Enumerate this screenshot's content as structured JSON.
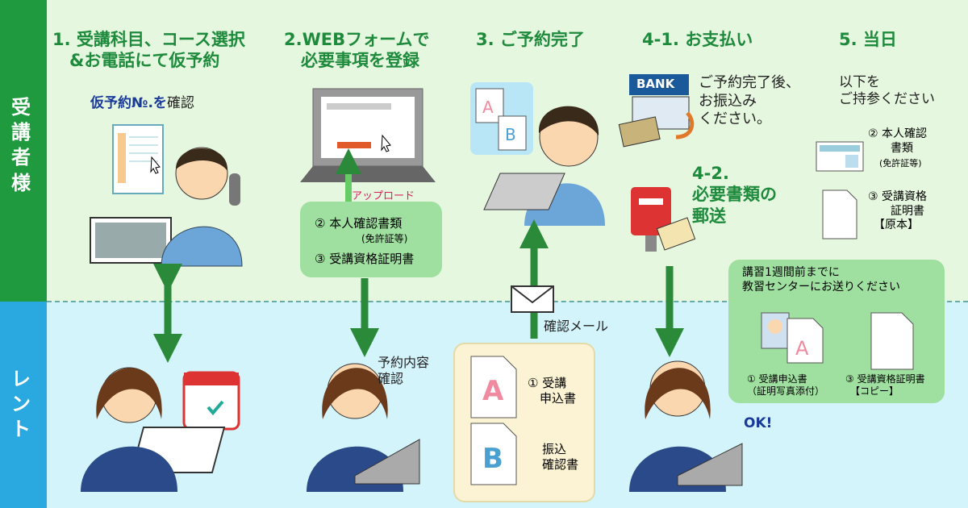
{
  "sides": {
    "customer": "受講者様",
    "rental": "レント"
  },
  "steps": {
    "s1": "1. 受講科目、コース選択\n　&お電話にて仮予約",
    "s2": "2.WEBフォームで\n　必要事項を登録",
    "s3": "3. ご予約完了",
    "s41": "4-1. お支払い",
    "s42": "4-2.\n必要書類の\n郵送",
    "s5": "5. 当日"
  },
  "notes": {
    "kari": "仮予約№.を",
    "kakunin": "確認",
    "upload": "アップロード",
    "upload_doc2": "② 本人確認書類",
    "upload_doc2_sub": "(免許証等)",
    "upload_doc3": "③ 受講資格証明書",
    "pay": "ご予約完了後、\nお振込み\nください。",
    "bring": "以下を\nご持参ください",
    "bring2": "② 本人確認\n　　書類",
    "bring2_sub": "(免許証等)",
    "bring3": "③ 受講資格\n　　証明書\n　【原本】",
    "mail_deadline": "講習1週間前までに\n教習センターにお送りください",
    "mail_doc1": "① 受講申込書\n（証明写真添付）",
    "mail_doc3": "③ 受講資格証明書\n　【コピー】",
    "check": "予約内容\n確認",
    "confirm_mail": "確認メール",
    "doc_a": "① 受講\n　申込書",
    "doc_b": "振込\n確認書",
    "ok": "OK!",
    "bank": "BANK",
    "letter_a": "A",
    "letter_b": "B"
  },
  "colors": {
    "customer_bg": "#e6f7df",
    "rental_bg": "#d4f4fb",
    "customer_side": "#1f9a3e",
    "rental_side": "#2aa8e0",
    "arrow": "#2b8a3a",
    "accent": "#1e8a3c"
  }
}
